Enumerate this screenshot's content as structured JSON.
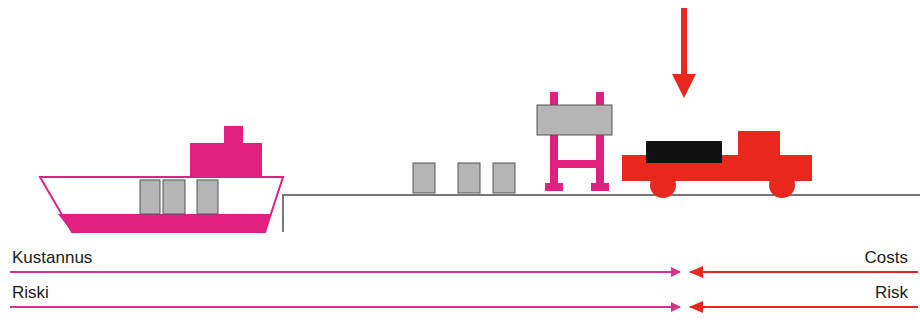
{
  "diagram": {
    "labels": [
      "Kustannus",
      "Costs",
      "Riski",
      "Risk"
    ]
  }
}
